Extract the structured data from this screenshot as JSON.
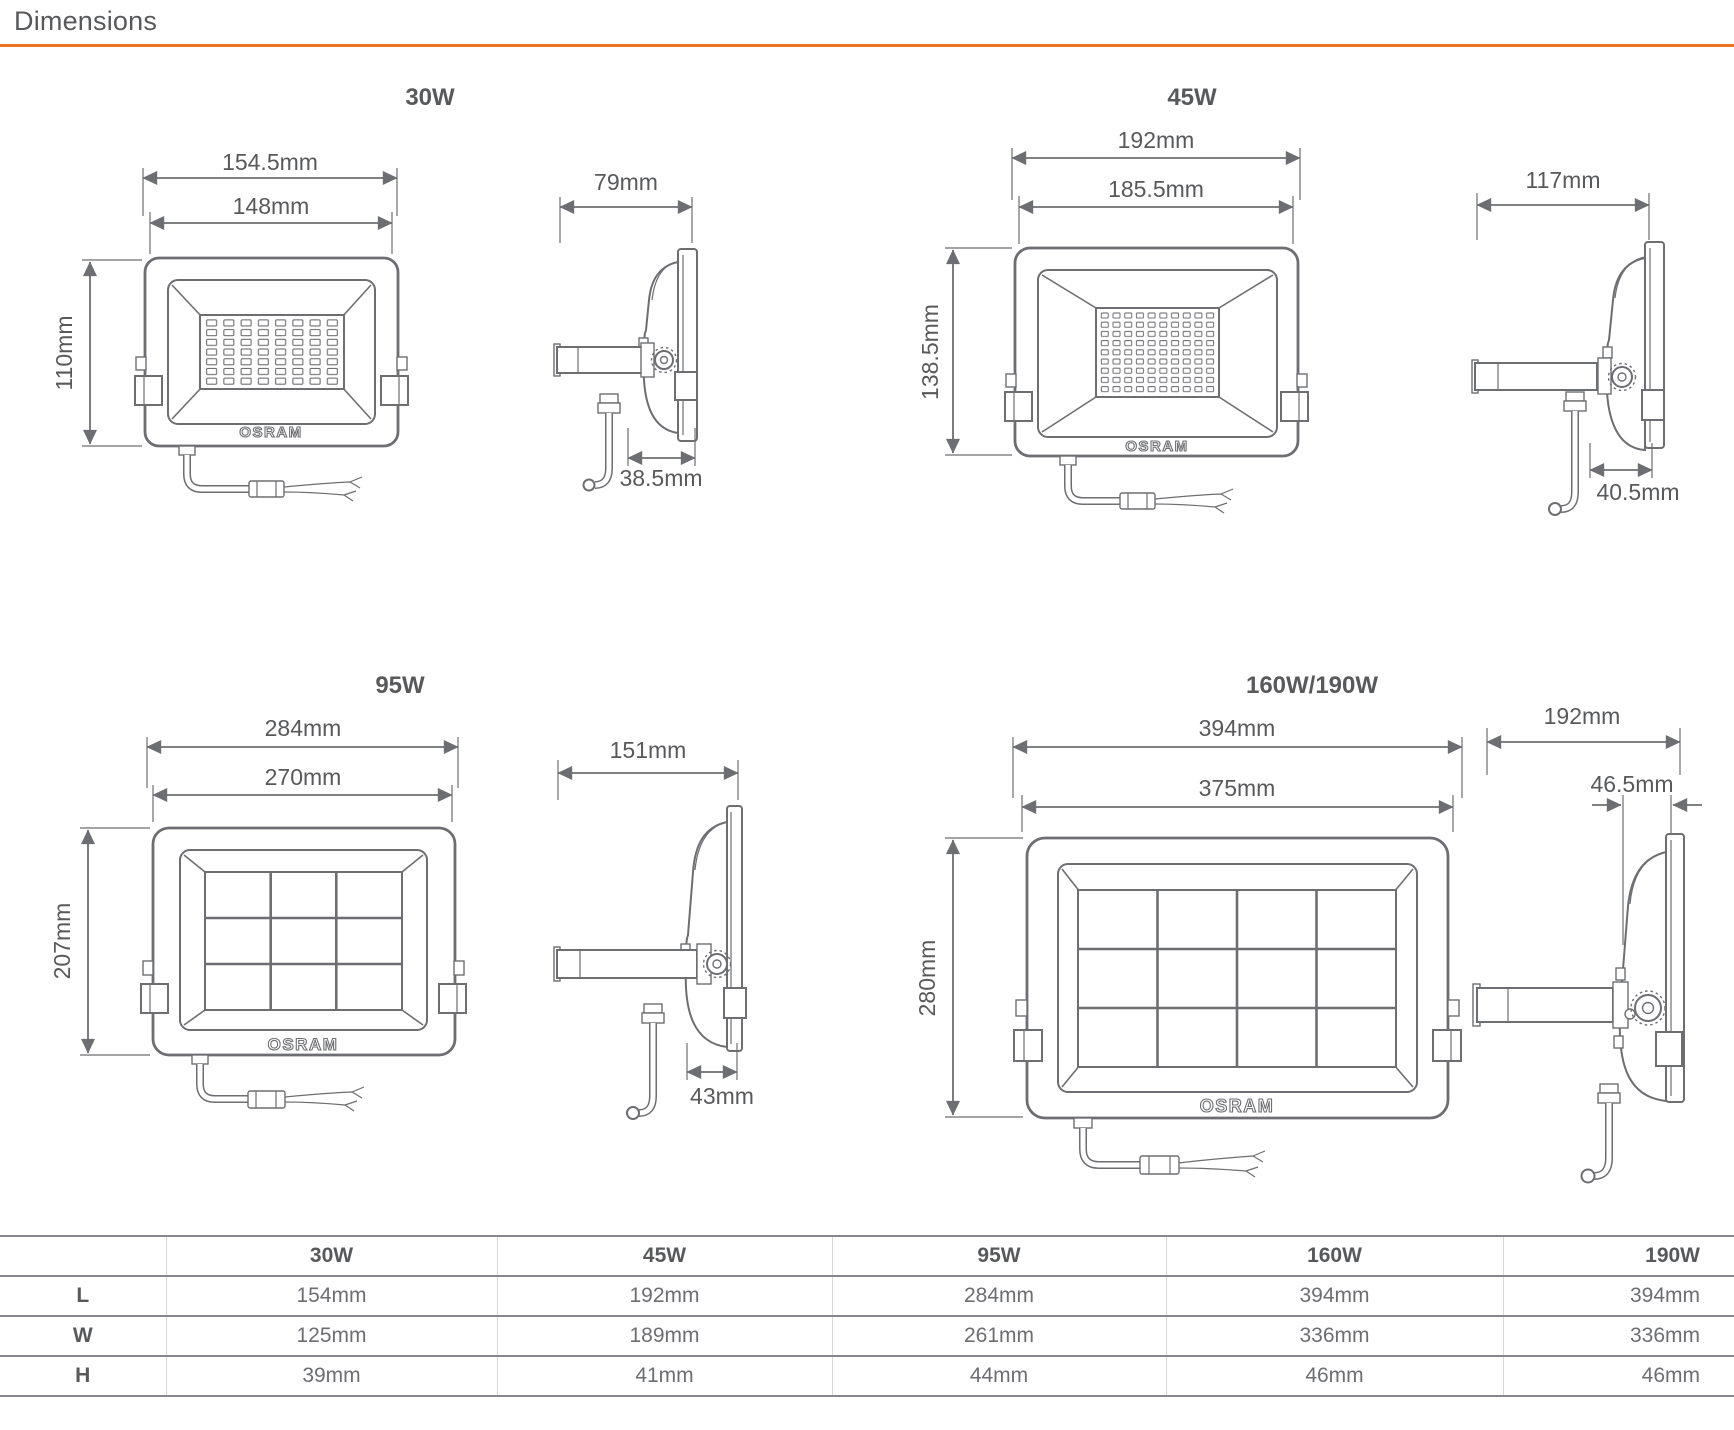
{
  "page": {
    "title": "Dimensions"
  },
  "colors": {
    "accent_orange": "#ee7325",
    "line_gray": "#6d6e71",
    "text_gray": "#58595b"
  },
  "drawings": {
    "w30": {
      "title": "30W",
      "brand": "OSRAM",
      "front": {
        "overall_width": "154.5mm",
        "inner_width": "148mm",
        "height": "110mm"
      },
      "side": {
        "depth": "79mm",
        "bracket_offset": "38.5mm"
      }
    },
    "w45": {
      "title": "45W",
      "brand": "OSRAM",
      "front": {
        "overall_width": "192mm",
        "inner_width": "185.5mm",
        "height": "138.5mm"
      },
      "side": {
        "depth": "117mm",
        "bracket_offset": "40.5mm"
      }
    },
    "w95": {
      "title": "95W",
      "brand": "OSRAM",
      "front": {
        "overall_width": "284mm",
        "inner_width": "270mm",
        "height": "207mm"
      },
      "side": {
        "depth": "151mm",
        "bracket_offset": "43mm"
      }
    },
    "w160190": {
      "title": "160W/190W",
      "brand": "OSRAM",
      "front": {
        "overall_width": "394mm",
        "inner_width": "375mm",
        "height": "280mm"
      },
      "side": {
        "depth": "192mm",
        "bracket_offset": "46.5mm"
      }
    }
  },
  "table": {
    "columns": [
      "",
      "30W",
      "45W",
      "95W",
      "160W",
      "190W"
    ],
    "rows": [
      {
        "label": "L",
        "values": [
          "154mm",
          "192mm",
          "284mm",
          "394mm",
          "394mm"
        ]
      },
      {
        "label": "W",
        "values": [
          "125mm",
          "189mm",
          "261mm",
          "336mm",
          "336mm"
        ]
      },
      {
        "label": "H",
        "values": [
          "39mm",
          "41mm",
          "44mm",
          "46mm",
          "46mm"
        ]
      }
    ]
  }
}
